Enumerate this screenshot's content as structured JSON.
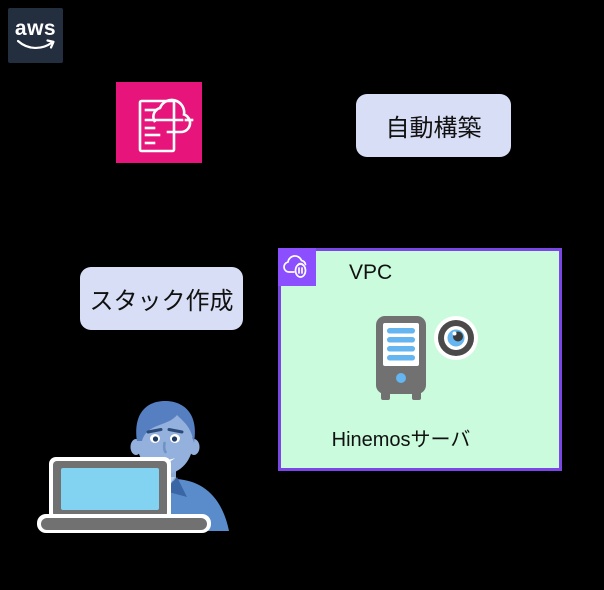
{
  "colors": {
    "background": "#000000",
    "aws_navy": "#232F3E",
    "cfn_pink": "#E7157B",
    "vpc_purple": "#8C4FFF",
    "vpc_border": "#7C45E6",
    "vpc_fill": "#C9FBDC",
    "label_fill": "#D8DEF6",
    "icon_gray": "#717171",
    "accent_blue": "#64B5F0",
    "person_shirt": "#5A8CCB",
    "person_face": "#93B1DC",
    "person_hair": "#567FC1",
    "laptop_screen": "#82D2F2"
  },
  "aws": {
    "text": "aws"
  },
  "labels": {
    "auto_build": "自動構築",
    "stack_create": "スタック作成"
  },
  "vpc": {
    "title": "VPC",
    "server_label": "Hinemosサーバ"
  },
  "icons": {
    "aws_logo": "aws-smile-logo",
    "cloudformation": "cloudformation-template-icon",
    "vpc": "cloud-lock-icon",
    "hinemos": "server-with-eye-icon",
    "person": "user-with-laptop"
  }
}
